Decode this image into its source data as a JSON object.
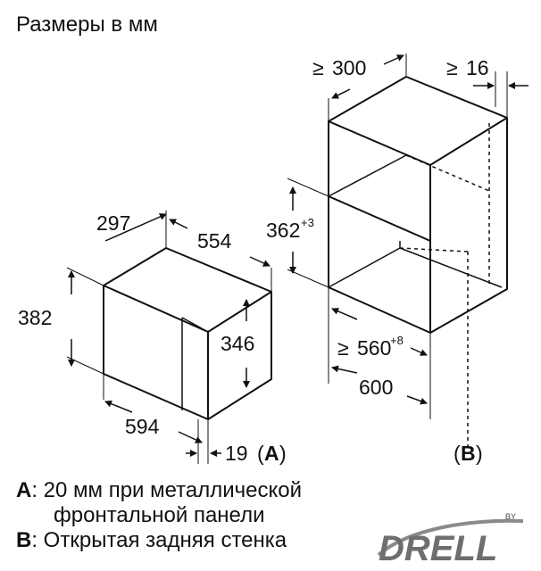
{
  "title": "Размеры в мм",
  "left_unit": {
    "depth": "297",
    "width_top": "554",
    "height_outer": "382",
    "height_inner": "346",
    "width_bottom": "594",
    "panel": "19",
    "panel_ref": "A"
  },
  "right_niche": {
    "depth": "300",
    "gap": "16",
    "height": "362",
    "height_tol": "+3",
    "width_min": "560",
    "width_tol": "+8",
    "width_cabinet": "600",
    "back_ref": "B",
    "ge": "≥"
  },
  "notes": {
    "a_key": "A",
    "a_line1": ": 20 мм при металлической",
    "a_line2": "фронтальной панели",
    "b_key": "B",
    "b_line1": ": Открытая задняя стенка"
  },
  "logo": {
    "text": "DRELL",
    "by": "BY",
    "colors": {
      "primary": "#8a8a8a",
      "dark": "#4a4a4a"
    }
  }
}
